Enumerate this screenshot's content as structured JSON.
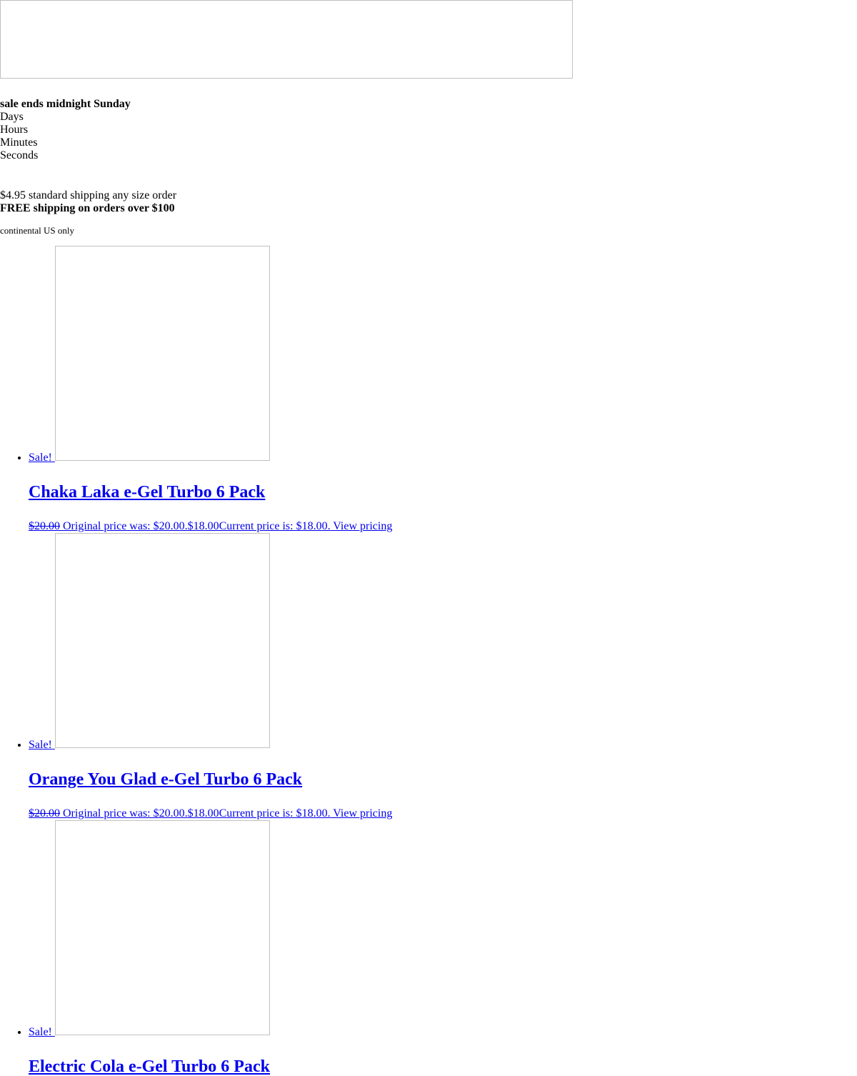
{
  "promo": {
    "heading": "sale ends midnight Sunday",
    "units": [
      "Days",
      "Hours",
      "Minutes",
      "Seconds"
    ]
  },
  "shipping": {
    "standard": "$4.95 standard shipping any size order",
    "free": "FREE shipping on orders over $100",
    "note": "continental US only"
  },
  "products": [
    {
      "badge": "Sale!",
      "title": "Chaka Laka e-Gel Turbo 6 Pack",
      "old_price": "$20.00",
      "old_price_sr": " Original price was: $20.00.",
      "new_price": "$18.00",
      "new_price_sr": "Current price is: $18.00.",
      "action": " View pricing"
    },
    {
      "badge": "Sale!",
      "title": "Orange You Glad e-Gel Turbo 6 Pack",
      "old_price": "$20.00",
      "old_price_sr": " Original price was: $20.00.",
      "new_price": "$18.00",
      "new_price_sr": "Current price is: $18.00.",
      "action": " View pricing"
    },
    {
      "badge": "Sale!",
      "title": "Electric Cola e-Gel Turbo 6 Pack"
    }
  ]
}
